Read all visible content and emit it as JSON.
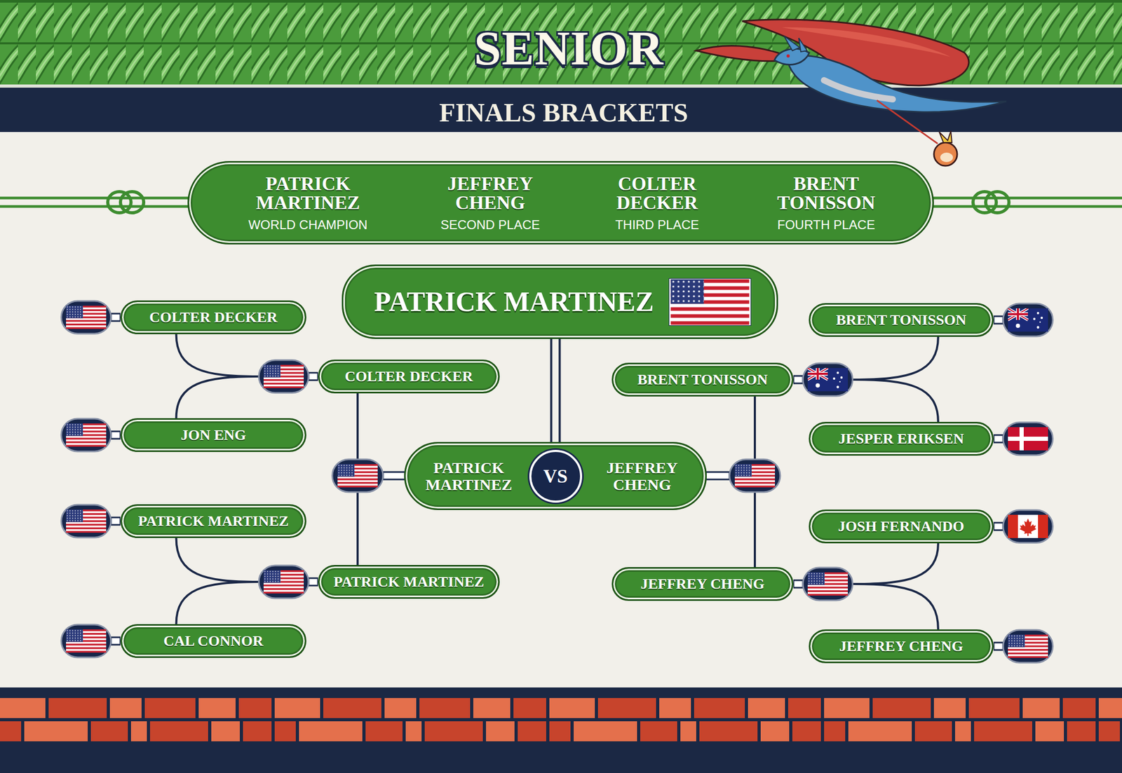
{
  "diagram": {
    "title": "SENIOR",
    "nodes": [
      {
        "text": []
      },
      {
        "text": [
          "PATRICK MARTINEZ",
          "WORLD CHAMPION"
        ],
        "in": 0
      },
      {
        "text": [
          "JEFFREY CHENG",
          "SECOND PLACE"
        ],
        "in": 0
      },
      {
        "text": [
          "COLTER DECKER",
          "THIRD PLACE"
        ],
        "in": 0
      },
      {
        "text": [
          "BRENT TONISSON",
          "FOURTH PLACE"
        ],
        "in": 0
      },
      {
        "text": [
          "PATRICK MARTINEZ"
        ]
      },
      {
        "text": [
          "COLTER DECKER"
        ]
      },
      {
        "text": [
          "JON ENG"
        ]
      },
      {
        "text": [
          "PATRICK MARTINEZ"
        ]
      },
      {
        "text": [
          "CAL CONNOR"
        ]
      },
      {
        "text": [
          "COLTER DECKER"
        ]
      },
      {
        "text": [
          "PATRICK MARTINEZ"
        ]
      },
      {
        "text": [
          "PATRICK MARTINEZ",
          "VS",
          "JEFFREY CHENG"
        ]
      },
      {
        "text": [
          "BRENT TONISSON"
        ]
      },
      {
        "text": [
          "JEFFREY CHENG"
        ]
      },
      {
        "text": [
          "BRENT TONISSON"
        ]
      },
      {
        "text": [
          "JESPER ERIKSEN"
        ]
      },
      {
        "text": [
          "JOSH FERNANDO"
        ]
      },
      {
        "text": [
          "JEFFREY CHENG"
        ]
      }
    ],
    "edges": [
      {
        "from": 6,
        "to": 10,
        "arrow": "none"
      },
      {
        "from": 7,
        "to": 10,
        "arrow": "none"
      },
      {
        "from": 8,
        "to": 11,
        "arrow": "none"
      },
      {
        "from": 9,
        "to": 11,
        "arrow": "none"
      },
      {
        "from": 10,
        "to": 12,
        "arrow": "none"
      },
      {
        "from": 11,
        "to": 12,
        "arrow": "none"
      },
      {
        "from": 13,
        "to": 12,
        "arrow": "none"
      },
      {
        "from": 14,
        "to": 12,
        "arrow": "none"
      },
      {
        "from": 15,
        "to": 13,
        "arrow": "none"
      },
      {
        "from": 16,
        "to": 13,
        "arrow": "none"
      },
      {
        "from": 17,
        "to": 14,
        "arrow": "none"
      },
      {
        "from": 18,
        "to": 14,
        "arrow": "none"
      },
      {
        "from": 12,
        "to": 5,
        "arrow": "none"
      }
    ],
    "labels": [
      "FINALS BRACKETS"
    ]
  }
}
